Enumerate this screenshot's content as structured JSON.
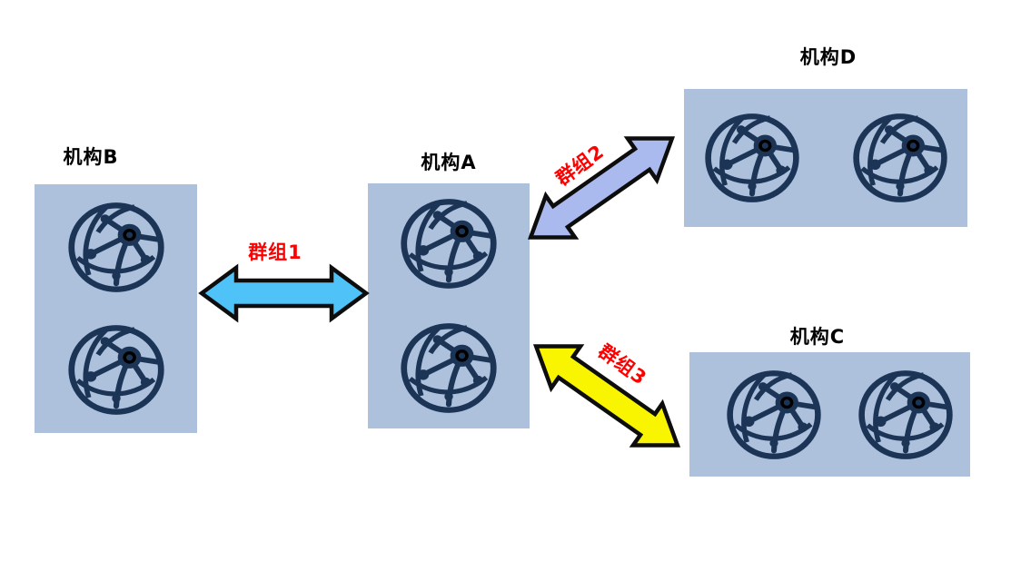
{
  "diagram": {
    "organizations": [
      {
        "id": "org-b",
        "label": "机构B",
        "node_count": 2,
        "node_icon": "network-globe-icon",
        "layout": "vertical"
      },
      {
        "id": "org-a",
        "label": "机构A",
        "node_count": 2,
        "node_icon": "network-globe-icon",
        "layout": "vertical"
      },
      {
        "id": "org-d",
        "label": "机构D",
        "node_count": 2,
        "node_icon": "network-globe-icon",
        "layout": "horizontal"
      },
      {
        "id": "org-c",
        "label": "机构C",
        "node_count": 2,
        "node_icon": "network-globe-icon",
        "layout": "horizontal"
      }
    ],
    "groups": [
      {
        "label": "群组1",
        "connects": [
          "机构B",
          "机构A"
        ],
        "arrow_color": "#4fc2f7",
        "direction": "bidirectional"
      },
      {
        "label": "群组2",
        "connects": [
          "机构A",
          "机构D"
        ],
        "arrow_color": "#aab9ee",
        "direction": "bidirectional"
      },
      {
        "label": "群组3",
        "connects": [
          "机构A",
          "机构C"
        ],
        "arrow_color": "#f9f500",
        "direction": "bidirectional"
      }
    ]
  },
  "colors": {
    "background": "#ffffff",
    "org-box-bg": "#adc1dd",
    "globe": "#1c3557",
    "org-label": "#000000",
    "group-label": "#fe0000",
    "arrow-outline": "#0d0d0d"
  }
}
